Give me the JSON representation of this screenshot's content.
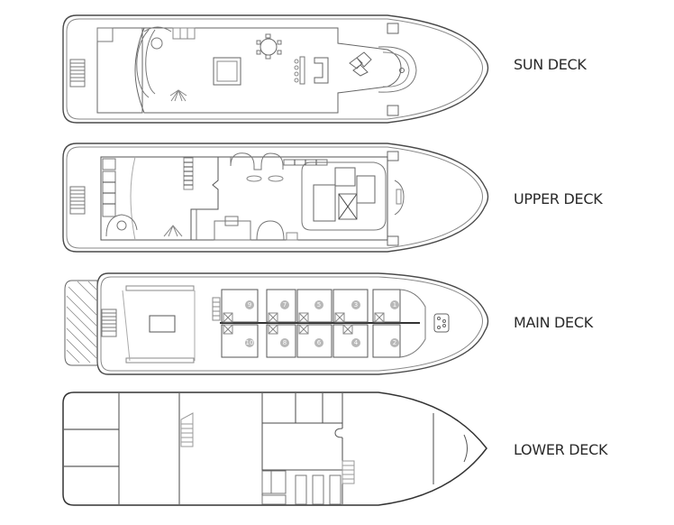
{
  "decks": [
    {
      "id": "sun",
      "label": "SUN DECK"
    },
    {
      "id": "upper",
      "label": "UPPER DECK"
    },
    {
      "id": "main",
      "label": "MAIN DECK",
      "cabins": [
        "9",
        "7",
        "5",
        "3",
        "1",
        "10",
        "8",
        "6",
        "4",
        "2"
      ]
    },
    {
      "id": "lower",
      "label": "LOWER DECK"
    }
  ],
  "colors": {
    "line": "#4a4a4a",
    "light_line": "#9a9a9a",
    "cabin_badge": "#b8b8b8",
    "background": "#ffffff",
    "label_text": "#2a2a2a"
  }
}
